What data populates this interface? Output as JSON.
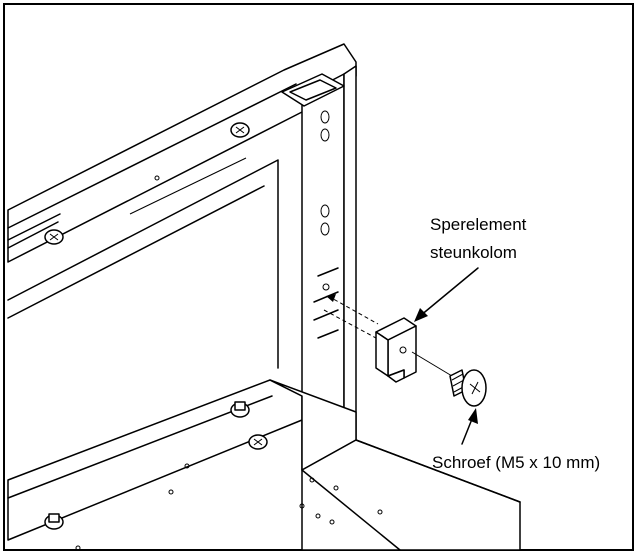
{
  "labels": {
    "bracket_line1": "Sperelement",
    "bracket_line2": "steunkolom",
    "screw": "Schroef (M5 x 10 mm)"
  },
  "icons": {
    "screw": "phillips-pan-head-screw-icon",
    "bracket": "column-locking-bracket",
    "arrow": "callout-arrow"
  },
  "colors": {
    "line": "#000000",
    "background": "#ffffff"
  }
}
